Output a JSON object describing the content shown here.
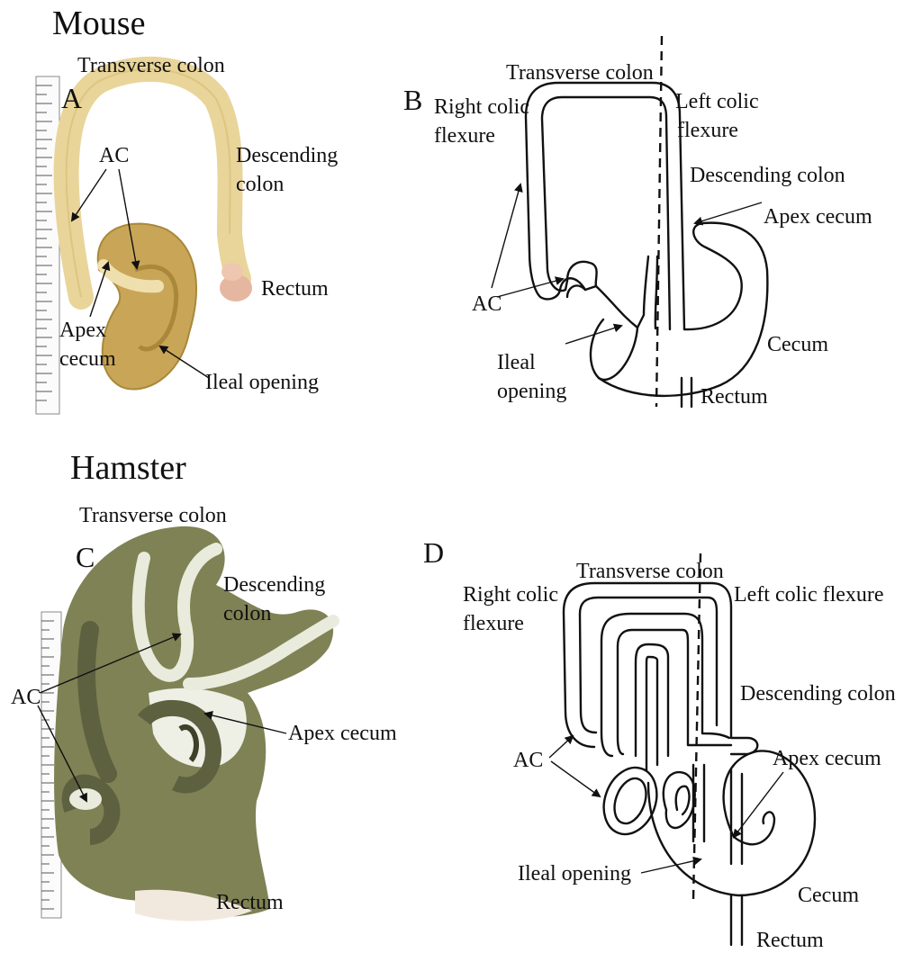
{
  "figure": {
    "mouse_title": "Mouse",
    "hamster_title": "Hamster",
    "panels": {
      "A": {
        "letter": "A",
        "transverse_colon": "Transverse colon",
        "ac": "AC",
        "descending_colon_1": "Descending",
        "descending_colon_2": "colon",
        "rectum": "Rectum",
        "apex_cecum_1": "Apex",
        "apex_cecum_2": "cecum",
        "ileal_opening": "Ileal opening"
      },
      "B": {
        "letter": "B",
        "transverse_colon": "Transverse colon",
        "right_colic_flexure_1": "Right colic",
        "right_colic_flexure_2": "flexure",
        "left_colic_flexure_1": "Left colic",
        "left_colic_flexure_2": "flexure",
        "descending_colon": "Descending colon",
        "apex_cecum": "Apex cecum",
        "ac": "AC",
        "ileal_opening_1": "Ileal",
        "ileal_opening_2": "opening",
        "cecum": "Cecum",
        "rectum": "Rectum"
      },
      "C": {
        "letter": "C",
        "transverse_colon": "Transverse colon",
        "descending_colon_1": "Descending",
        "descending_colon_2": "colon",
        "ac": "AC",
        "apex_cecum": "Apex cecum",
        "rectum": "Rectum"
      },
      "D": {
        "letter": "D",
        "transverse_colon": "Transverse colon",
        "right_colic_flexure_1": "Right colic",
        "right_colic_flexure_2": "flexure",
        "left_colic_flexure": "Left colic flexure",
        "descending_colon": "Descending colon",
        "ac": "AC",
        "apex_cecum": "Apex cecum",
        "ileal_opening": "Ileal opening",
        "cecum": "Cecum",
        "rectum": "Rectum"
      }
    }
  },
  "colors": {
    "mouse_tissue": "#cfae5e",
    "mouse_tissue_light": "#ead7a0",
    "hamster_tissue": "#7c7f52",
    "hamster_content": "#e9ecdc",
    "line": "#111111"
  }
}
